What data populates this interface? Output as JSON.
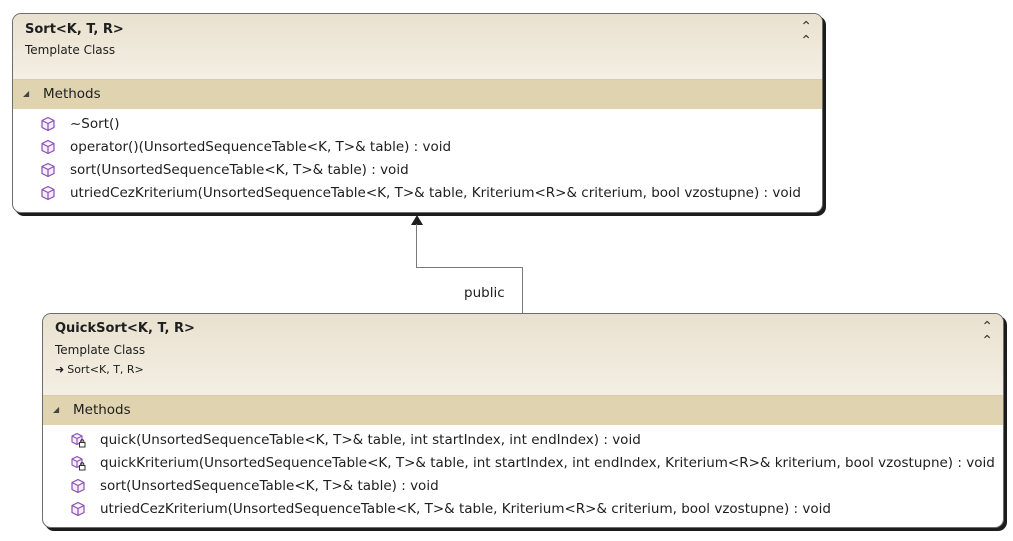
{
  "classes": [
    {
      "name": "Sort<K, T, R>",
      "kind": "Template Class",
      "section_label": "Methods",
      "methods": [
        {
          "icon": "method-icon",
          "text": "~Sort()"
        },
        {
          "icon": "method-icon",
          "text": "operator()(UnsortedSequenceTable<K, T>& table) : void"
        },
        {
          "icon": "method-icon",
          "text": "sort(UnsortedSequenceTable<K, T>& table) : void"
        },
        {
          "icon": "method-icon",
          "text": "utriedCezKriterium(UnsortedSequenceTable<K, T>& table, Kriterium<R>& criterium, bool vzostupne) : void"
        }
      ]
    },
    {
      "name": "QuickSort<K, T, R>",
      "kind": "Template Class",
      "base_class": "Sort<K, T, R>",
      "section_label": "Methods",
      "methods": [
        {
          "icon": "private-method-icon",
          "text": "quick(UnsortedSequenceTable<K, T>& table, int startIndex, int endIndex) : void"
        },
        {
          "icon": "private-method-icon",
          "text": "quickKriterium(UnsortedSequenceTable<K, T>& table, int startIndex, int endIndex, Kriterium<R>& kriterium, bool vzostupne) : void"
        },
        {
          "icon": "method-icon",
          "text": "sort(UnsortedSequenceTable<K, T>& table) : void"
        },
        {
          "icon": "method-icon",
          "text": "utriedCezKriterium(UnsortedSequenceTable<K, T>& table, Kriterium<R>& criterium, bool vzostupne) : void"
        }
      ]
    }
  ],
  "relationship": {
    "label": "public",
    "type": "inheritance"
  }
}
